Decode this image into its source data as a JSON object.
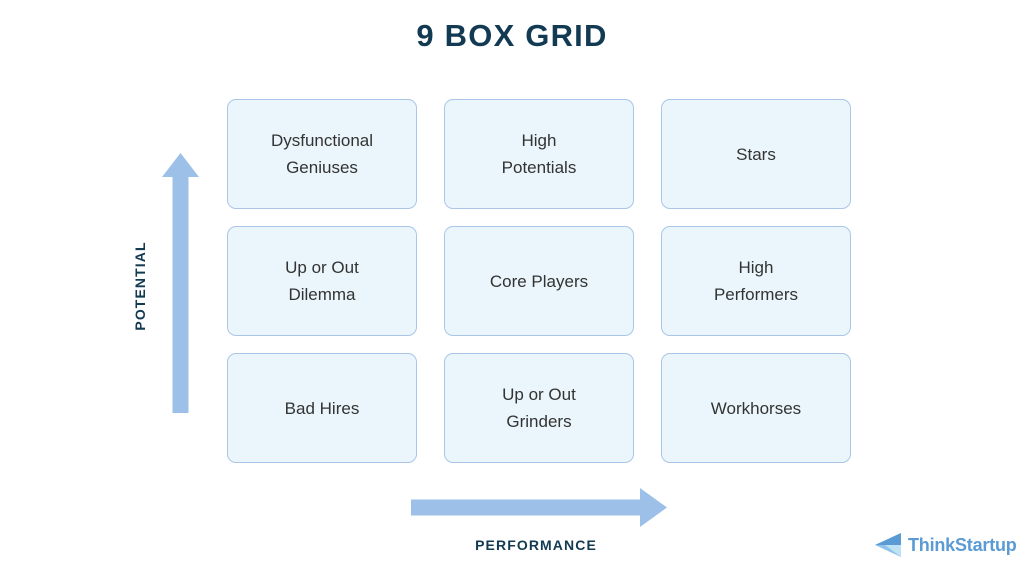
{
  "title": "9 BOX GRID",
  "axes": {
    "y": {
      "label": "POTENTIAL",
      "icon": "arrow-up-icon",
      "direction": "up",
      "color": "#9cc0e8"
    },
    "x": {
      "label": "PERFORMANCE",
      "icon": "arrow-right-icon",
      "direction": "right",
      "color": "#9cc0e8"
    }
  },
  "grid": {
    "rows": 3,
    "columns": 3,
    "cell_fill": "#eaf6fb",
    "cell_border": "#aac6e8",
    "cells": [
      {
        "label": "Dysfunctional\nGeniuses",
        "row": "high-potential",
        "column": "low-performance"
      },
      {
        "label": "High\nPotentials",
        "row": "high-potential",
        "column": "medium-performance"
      },
      {
        "label": "Stars",
        "row": "high-potential",
        "column": "high-performance"
      },
      {
        "label": "Up or Out\nDilemma",
        "row": "medium-potential",
        "column": "low-performance"
      },
      {
        "label": "Core Players",
        "row": "medium-potential",
        "column": "medium-performance"
      },
      {
        "label": "High\nPerformers",
        "row": "medium-potential",
        "column": "high-performance"
      },
      {
        "label": "Bad Hires",
        "row": "low-potential",
        "column": "low-performance"
      },
      {
        "label": "Up or Out\nGrinders",
        "row": "low-potential",
        "column": "medium-performance"
      },
      {
        "label": "Workhorses",
        "row": "low-potential",
        "column": "high-performance"
      }
    ]
  },
  "logo": {
    "text": "ThinkStartup",
    "mark": "triangle-left-icon",
    "text_color": "#5b9bd5",
    "mark_color": "#6aa9dd"
  },
  "colors": {
    "title": "#123a52",
    "axis_label": "#123a52",
    "cell_text": "#333333",
    "background": "#ffffff"
  }
}
